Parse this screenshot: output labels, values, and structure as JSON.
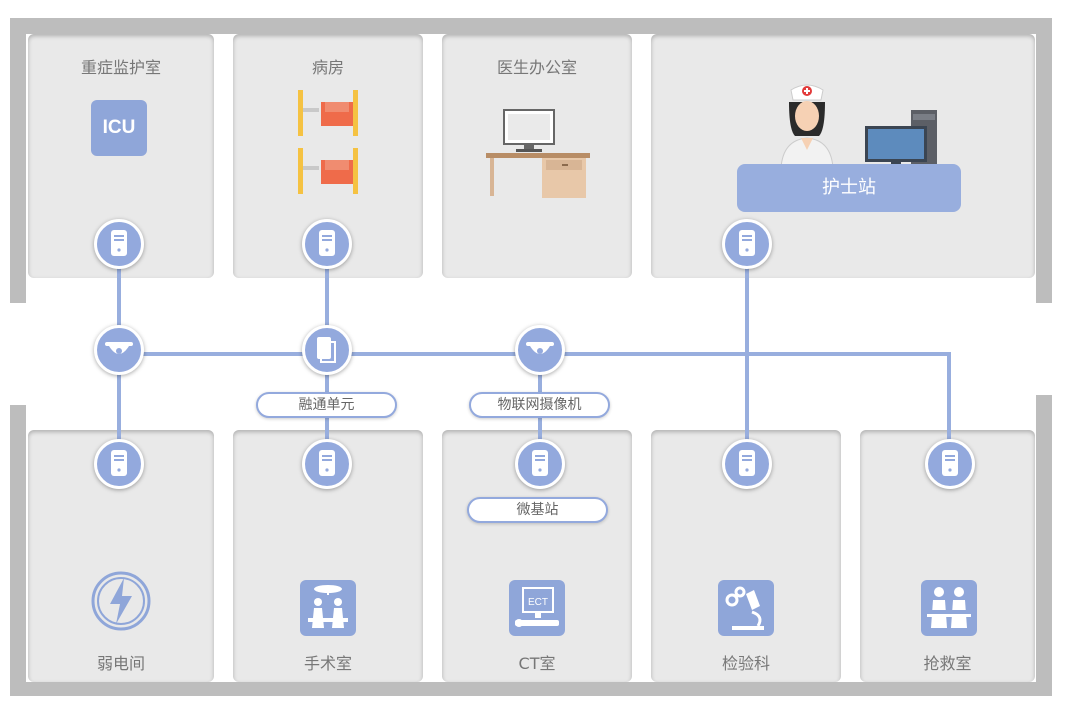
{
  "rooms": {
    "icu": "重症监护室",
    "ward": "病房",
    "doctor_office": "医生办公室",
    "nurse_station": "护士站",
    "weak_current": "弱电间",
    "operating_room": "手术室",
    "ct_room": "CT室",
    "lab": "检验科",
    "emergency": "抢救室"
  },
  "icons": {
    "icu_text": "ICU",
    "ect_text": "ECT"
  },
  "devices": {
    "fusion_unit": "融通单元",
    "iot_camera": "物联网摄像机",
    "micro_station": "微基站"
  },
  "colors": {
    "accent": "#93a9dd",
    "wall": "#bdbdbd",
    "room": "#e9e9e9",
    "bed_orange": "#ef6b4a",
    "bed_yellow": "#f5c242"
  }
}
